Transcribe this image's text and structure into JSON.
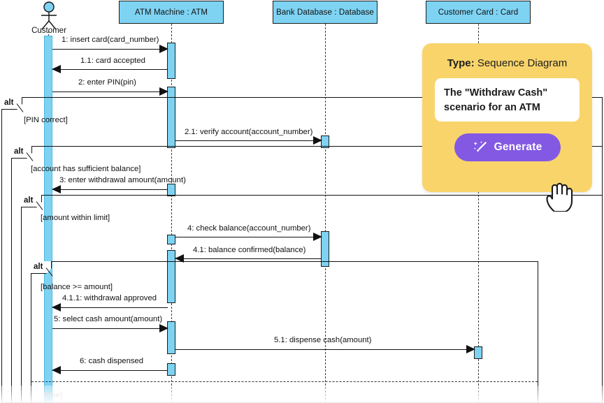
{
  "diagram": {
    "title_type": "Sequence Diagram",
    "colors": {
      "lifeline_fill": "#7ED3F2",
      "stroke": "#111111",
      "popup_bg": "#F9D46A",
      "button_purple": "#8359E3",
      "input_bg": "#FFFFFF"
    },
    "actor": {
      "name": "Customer",
      "icon": "actor-stick-figure"
    },
    "participants": [
      {
        "label": "ATM Machine : ATM"
      },
      {
        "label": "Bank Database : Database"
      },
      {
        "label": "Customer Card : Card"
      }
    ],
    "messages": [
      {
        "label": "1: insert card(card_number)"
      },
      {
        "label": "1.1: card accepted"
      },
      {
        "label": "2: enter PIN(pin)"
      },
      {
        "label": "2.1: verify account(account_number)"
      },
      {
        "label": "3: enter withdrawal amount(amount)"
      },
      {
        "label": "4: check balance(account_number)"
      },
      {
        "label": "4.1: balance confirmed(balance)"
      },
      {
        "label": "4.1.1: withdrawal approved"
      },
      {
        "label": "5: select cash amount(amount)"
      },
      {
        "label": "5.1: dispense cash(amount)"
      },
      {
        "label": "6: cash dispensed"
      }
    ],
    "fragments": [
      {
        "operator": "alt",
        "guard": "[PIN correct]"
      },
      {
        "operator": "alt",
        "guard": "[account has sufficient balance]"
      },
      {
        "operator": "alt",
        "guard": "[amount within limit]"
      },
      {
        "operator": "alt",
        "guard": "[balance >= amount]"
      }
    ],
    "else_guard": "[else]"
  },
  "popup": {
    "type_label": "Type:",
    "type_value": "Sequence Diagram",
    "prompt_text": "The \"Withdraw Cash\" scenario for an ATM",
    "generate_label": "Generate",
    "wand_icon": "magic-wand-icon",
    "cursor_icon": "hand-cursor-icon"
  }
}
